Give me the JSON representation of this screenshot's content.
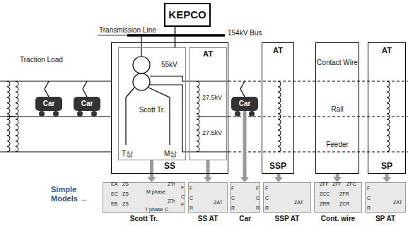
{
  "diagram": {
    "nodes": [
      {
        "text": [
          "KEPCO"
        ]
      },
      {
        "text": [
          "SS"
        ]
      },
      {
        "text": [
          "55kV",
          "Scott Tr.",
          "T상",
          "M상"
        ],
        "in": 1
      },
      {
        "text": [
          "AT",
          "27.5kV",
          "27.5kV"
        ],
        "in": 1
      },
      {
        "text": [
          "AT",
          "SSP"
        ]
      },
      {
        "text": [
          "Contact Wire",
          "Rail",
          "Feeder"
        ]
      },
      {
        "text": [
          "AT",
          "SP"
        ]
      },
      {
        "text": [
          "Car"
        ]
      },
      {
        "text": [
          "Car"
        ]
      },
      {
        "text": [
          "Car"
        ]
      },
      {
        "text": [
          "Scott Tr."
        ]
      },
      {
        "text": [
          "SS AT"
        ]
      },
      {
        "text": [
          "Car"
        ]
      },
      {
        "text": [
          "SSP AT"
        ]
      },
      {
        "text": [
          "Cont. wire"
        ]
      },
      {
        "text": [
          "SP AT"
        ]
      }
    ],
    "edges": [
      {
        "from": 0,
        "to": 2,
        "arrow": "none"
      },
      {
        "from": 2,
        "to": 10,
        "arrow": "to"
      },
      {
        "from": 3,
        "to": 11,
        "arrow": "to"
      },
      {
        "from": 9,
        "to": 12,
        "arrow": "to"
      },
      {
        "from": 4,
        "to": 13,
        "arrow": "to"
      },
      {
        "from": 5,
        "to": 14,
        "arrow": "to"
      },
      {
        "from": 6,
        "to": 15,
        "arrow": "to"
      }
    ],
    "labels": [
      "154kV Bus",
      "Transmission Line",
      "Traction Load",
      "Simple Models →",
      "EA",
      "ZS",
      "EC",
      "ZS",
      "EB",
      "ZS",
      "ZTr",
      "F",
      "M phase",
      "C",
      "ZTr",
      "F",
      "C",
      "T phase",
      "F",
      "C",
      "R",
      "ZAT",
      "F",
      "C",
      "R",
      "F",
      "C",
      "R",
      "F",
      "C",
      "R",
      "ZAT",
      "ZFF",
      "ZFF",
      "ZFC",
      "ZCC",
      "ZFR",
      "ZRR",
      "ZCR",
      "F",
      "C",
      "R",
      "ZAT"
    ]
  }
}
